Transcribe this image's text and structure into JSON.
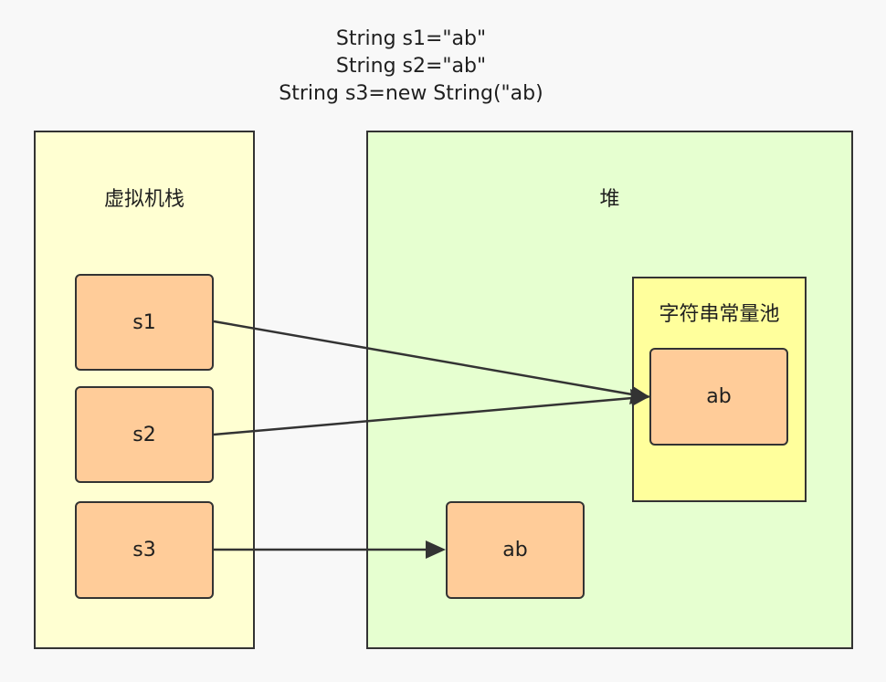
{
  "header": {
    "lines": [
      "String s1=\"ab\"",
      "String s2=\"ab\"",
      "String s3=new String(\"ab)"
    ]
  },
  "stack": {
    "label": "虚拟机栈",
    "items": [
      "s1",
      "s2",
      "s3"
    ]
  },
  "heap": {
    "label": "堆",
    "object_label": "ab"
  },
  "pool": {
    "label": "字符串常量池",
    "object_label": "ab"
  },
  "colors": {
    "stack_fill": "#ffffd2",
    "heap_fill": "#e6ffd0",
    "pool_fill": "#ffff9c",
    "node_fill": "#ffcc99",
    "stroke": "#333333"
  },
  "connections": [
    {
      "from": "s1",
      "to": "pool-ab"
    },
    {
      "from": "s2",
      "to": "pool-ab"
    },
    {
      "from": "s3",
      "to": "heap-ab"
    }
  ]
}
